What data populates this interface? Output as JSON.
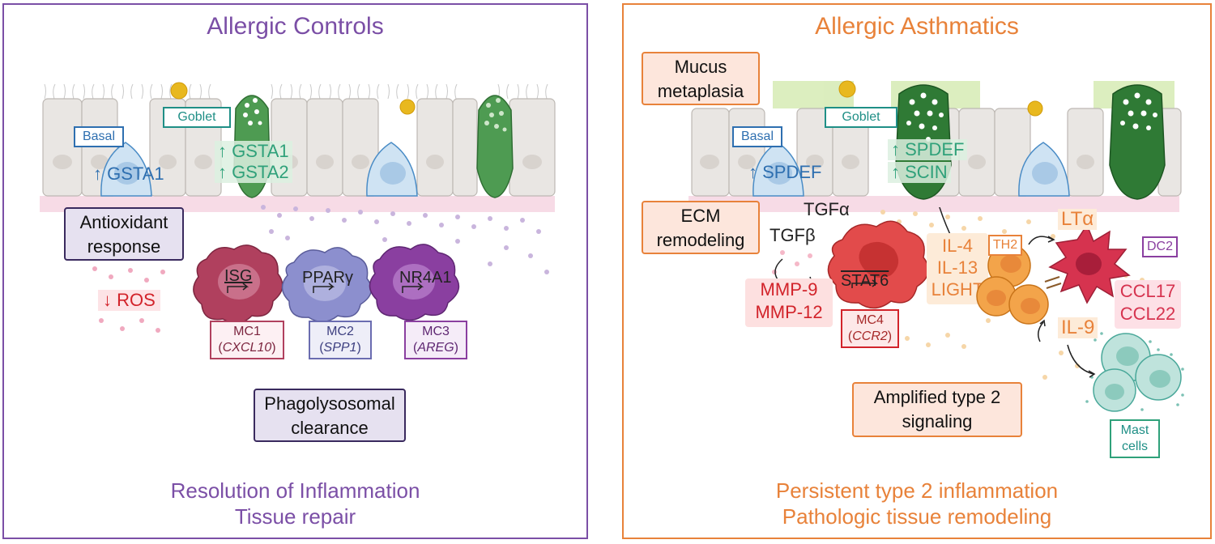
{
  "left": {
    "title": "Allergic Controls",
    "basal_label": "Basal",
    "goblet_label": "Goblet",
    "basal_gene": "↑ GSTA1",
    "goblet_genes": [
      "↑ GSTA1",
      "↑ GSTA2"
    ],
    "process_antioxidant": [
      "Antioxidant",
      "response"
    ],
    "ros": "↓ ROS",
    "macrophage_marks": [
      "ISG",
      "PPARγ",
      "NR4A1"
    ],
    "mc_labels": [
      {
        "name": "MC1",
        "gene": "CXCL10"
      },
      {
        "name": "MC2",
        "gene": "SPP1"
      },
      {
        "name": "MC3",
        "gene": "AREG"
      }
    ],
    "process_phago": [
      "Phagolysosomal",
      "clearance"
    ],
    "footer": [
      "Resolution of Inflammation",
      "Tissue repair"
    ]
  },
  "right": {
    "title": "Allergic Asthmatics",
    "process_mucus": [
      "Mucus",
      "metaplasia"
    ],
    "basal_label": "Basal",
    "goblet_label": "Goblet",
    "basal_gene": "↑ SPDEF",
    "goblet_genes": [
      "↑ SPDEF",
      "↑ SCIN"
    ],
    "process_ecm": [
      "ECM",
      "remodeling"
    ],
    "tgfa": "TGFα",
    "tgfb": "TGFβ",
    "mmp": [
      "MMP-9",
      "MMP-12"
    ],
    "stat6": "STAT6",
    "mc4": {
      "name": "MC4",
      "gene": "CCR2"
    },
    "cytokines": [
      "IL-4",
      "IL-13",
      "LIGHT"
    ],
    "th2": "TH2",
    "lta": "LTα",
    "dc2": "DC2",
    "ccl": [
      "CCL17",
      "CCL22"
    ],
    "il9": "IL-9",
    "process_amplified": [
      "Amplified type 2",
      "signaling"
    ],
    "mast": [
      "Mast",
      "cells"
    ],
    "footer": [
      "Persistent type 2 inflammation",
      "Pathologic tissue remodeling"
    ]
  },
  "colors": {
    "purple": "#7b4fa6",
    "orange": "#e8823a",
    "blue": "#2e6fb0",
    "teal": "#1f8f86",
    "red": "#d2232a"
  }
}
